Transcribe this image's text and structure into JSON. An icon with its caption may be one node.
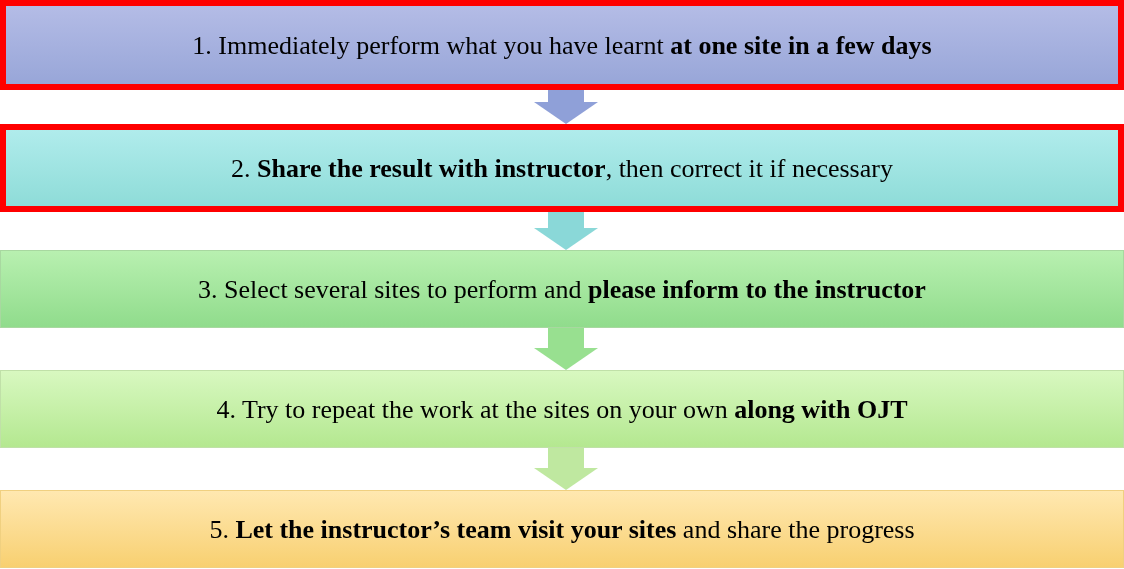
{
  "diagram": {
    "nodes": [
      {
        "text": [
          "1. Immediately perform what you have learnt **at one site in a few days**"
        ]
      },
      {
        "text": [
          "2. **Share the result with instructor**, then correct it if necessary"
        ]
      },
      {
        "text": [
          "3. Select several sites to perform and **please inform to the instructor**"
        ]
      },
      {
        "text": [
          "4. Try to repeat the work at the sites on your own **along with OJT**"
        ]
      },
      {
        "text": [
          "5. **Let the instructor’s team visit your sites** and share the progress"
        ]
      }
    ],
    "edges": [
      {
        "from": 0,
        "to": 1,
        "arrow": "to"
      },
      {
        "from": 1,
        "to": 2,
        "arrow": "to"
      },
      {
        "from": 2,
        "to": 3,
        "arrow": "to"
      },
      {
        "from": 3,
        "to": 4,
        "arrow": "to"
      }
    ]
  }
}
